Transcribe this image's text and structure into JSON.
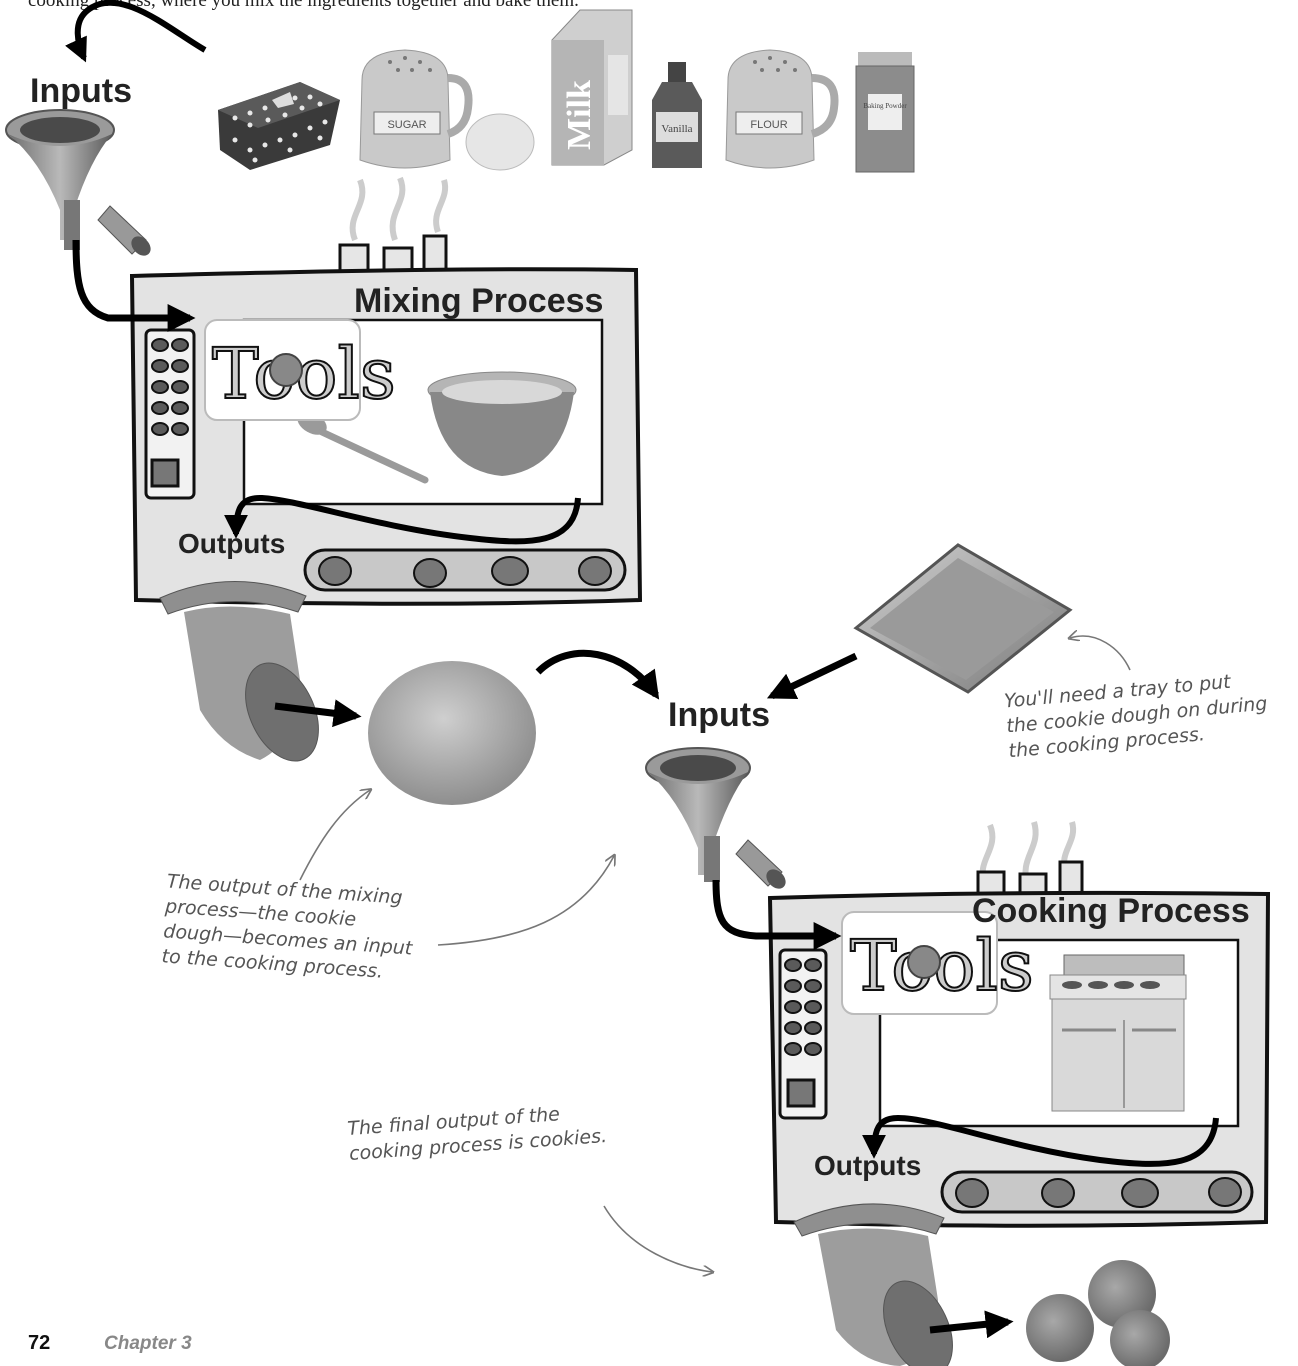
{
  "intro_text": "cooking process, where you mix the ingredients together and bake them.",
  "mixing": {
    "inputs_label": "Inputs",
    "process_title": "Mixing Process",
    "tools_label": "Tools",
    "outputs_label": "Outputs"
  },
  "ingredients": {
    "sugar_label": "SUGAR",
    "milk_label": "Milk",
    "vanilla_label": "Vanilla",
    "flour_label": "FLOUR",
    "baking_powder_label": "Baking Powder"
  },
  "cooking": {
    "inputs_label": "Inputs",
    "process_title": "Cooking Process",
    "tools_label": "Tools",
    "outputs_label": "Outputs"
  },
  "notes": {
    "tray_note": [
      "You'll need a tray to put",
      "the cookie dough on during",
      "the cooking process."
    ],
    "dough_note": [
      "The output of the mixing",
      "process—the cookie",
      "dough—becomes an input",
      "to the cooking process."
    ],
    "final_note": [
      "The final output of the",
      "cooking process is cookies."
    ]
  },
  "footer": {
    "page_number": "72",
    "chapter": "Chapter 3"
  }
}
